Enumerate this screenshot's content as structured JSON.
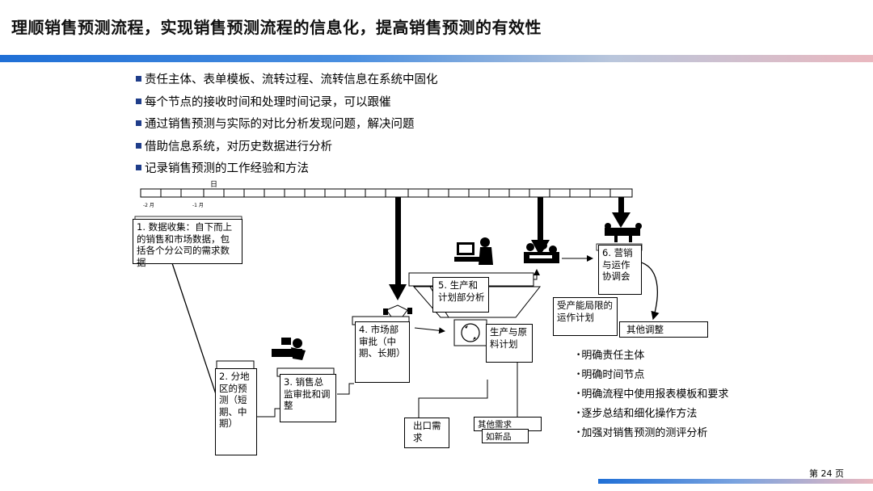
{
  "header": {
    "title": "理顺销售预测流程，实现销售预测流程的信息化，提高销售预测的有效性"
  },
  "bullets": [
    "责任主体、表单模板、流转过程、流转信息在系统中固化",
    "每个节点的接收时间和处理时间记录，可以跟催",
    "通过销售预测与实际的对比分析发现问题，解决问题",
    "借助信息系统，对历史数据进行分析",
    "记录销售预测的工作经验和方法"
  ],
  "timeline": {
    "day_label": "日",
    "tick_minus2": "-2 月",
    "tick_minus1": "-1 月"
  },
  "steps": {
    "step1": "1. 数据收集：自下而上的销售和市场数据，包括各个分公司的需求数据",
    "step2": "2. 分地区的预测（短期、中期）",
    "step3": "3. 销售总监审批和调整",
    "step4": "4. 市场部审批（中期、长期）",
    "step5": "5. 生产和计划部分析",
    "step5b": "生产与原料计划",
    "step6": "6. 营销与运作协调会",
    "capacity": "受产能局限的运作计划",
    "other_adjust": "其他调整",
    "export_demand": "出口需求",
    "other_demand": "其他需求",
    "new_product": "如新品"
  },
  "right_list": [
    "明确责任主体",
    "明确时间节点",
    "明确流程中使用报表模板和要求",
    "逐步总结和细化操作方法",
    "加强对销售预测的测评分析"
  ],
  "footer": {
    "page": "第 24 页"
  }
}
